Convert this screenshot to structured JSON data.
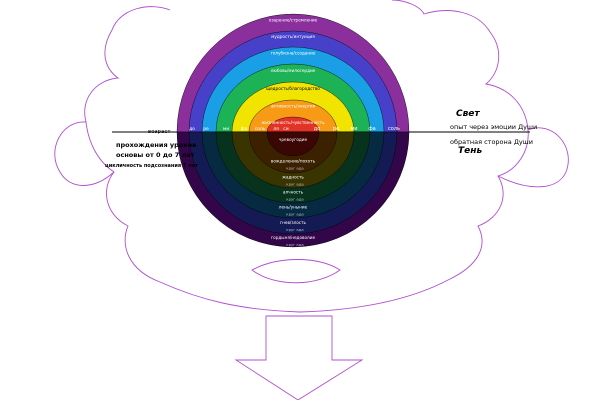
{
  "upper_rings": [
    {
      "label": "озарение/стремление",
      "sub": "",
      "color": "#8b2f9c"
    },
    {
      "label": "мудрость/интуиция",
      "sub": "",
      "color": "#4740c9"
    },
    {
      "label": "голубизна/создание",
      "sub": "",
      "color": "#1a9fe6"
    },
    {
      "label": "любовь/милосердие",
      "sub": "",
      "color": "#1eb257"
    },
    {
      "label": "щедрость/благородство",
      "sub": "",
      "color": "#f0e400"
    },
    {
      "label": "активность/энергия",
      "sub": "",
      "color": "#f79a16"
    },
    {
      "label": "жизненность/чувственность",
      "sub": "",
      "color": "#e13326"
    }
  ],
  "lower_rings": [
    {
      "label": "гордыня/недоволие",
      "sub": "круг ада",
      "color": "#33064a"
    },
    {
      "label": "гнев/злость",
      "sub": "круг ада",
      "color": "#141a54"
    },
    {
      "label": "лень/уныние",
      "sub": "круг ада",
      "color": "#052a42"
    },
    {
      "label": "алчность",
      "sub": "круг ада",
      "color": "#07331e"
    },
    {
      "label": "жадность",
      "sub": "круг ада",
      "color": "#3a3500"
    },
    {
      "label": "вожделение/похоть",
      "sub": "круг ада",
      "color": "#3b2100"
    },
    {
      "label": "чревоугодие",
      "sub": "",
      "color": "#3a0705"
    }
  ],
  "notes": {
    "left": [
      "до",
      "ре",
      "ми",
      "фа",
      "соль",
      "ля",
      "си"
    ],
    "right": [
      "до",
      "ре",
      "ми",
      "фа",
      "соль",
      "ля",
      "си"
    ]
  },
  "labels": {
    "light": "Свет",
    "experience": "опыт через эмоции Души",
    "reverse": "обратная сторона Души",
    "shadow": "Тень",
    "age": "возраст",
    "passage": "прохождения уроков",
    "basics": "основы от 0 до 7 лет",
    "cycle": "цикличность подсознания 7 лет"
  },
  "colors": {
    "outline": "#b04fcf",
    "axis": "#000000"
  }
}
